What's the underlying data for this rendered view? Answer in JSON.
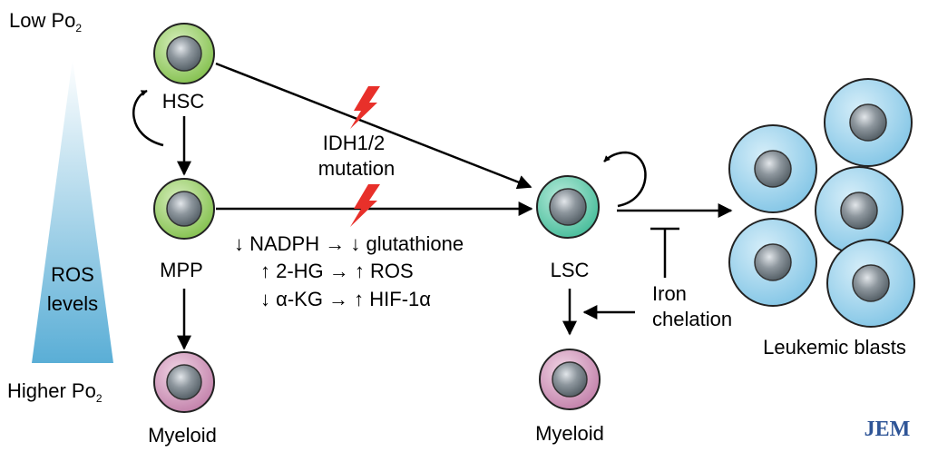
{
  "gradient": {
    "top_label": "Low Po",
    "top_sub": "2",
    "bottom_label": "Higher Po",
    "bottom_sub": "2",
    "center_line1": "ROS",
    "center_line2": "levels",
    "color_light": "#ffffff",
    "color_dark": "#5aaed6"
  },
  "cells": {
    "hsc": "HSC",
    "mpp": "MPP",
    "lsc": "LSC",
    "myeloid_left": "Myeloid",
    "myeloid_right": "Myeloid",
    "blasts": "Leukemic blasts"
  },
  "mutation": {
    "line1": "IDH1/2",
    "line2": "mutation"
  },
  "effects": [
    "↓ NADPH → ↓ glutathione",
    "↑ 2-HG → ↑ ROS",
    "↓ α-KG → ↑ HIF-1α"
  ],
  "treatment": {
    "line1": "Iron",
    "line2": "chelation"
  },
  "journal": "JEM",
  "colors": {
    "hsc_mpp_fill": "#8cc653",
    "lsc_fill": "#4fc3a1",
    "myeloid_fill": "#c88ab1",
    "blast_fill": "#8ecdea",
    "nucleus": "#6f7b84",
    "lightning": "#e8302a",
    "journal": "#2f5597"
  }
}
